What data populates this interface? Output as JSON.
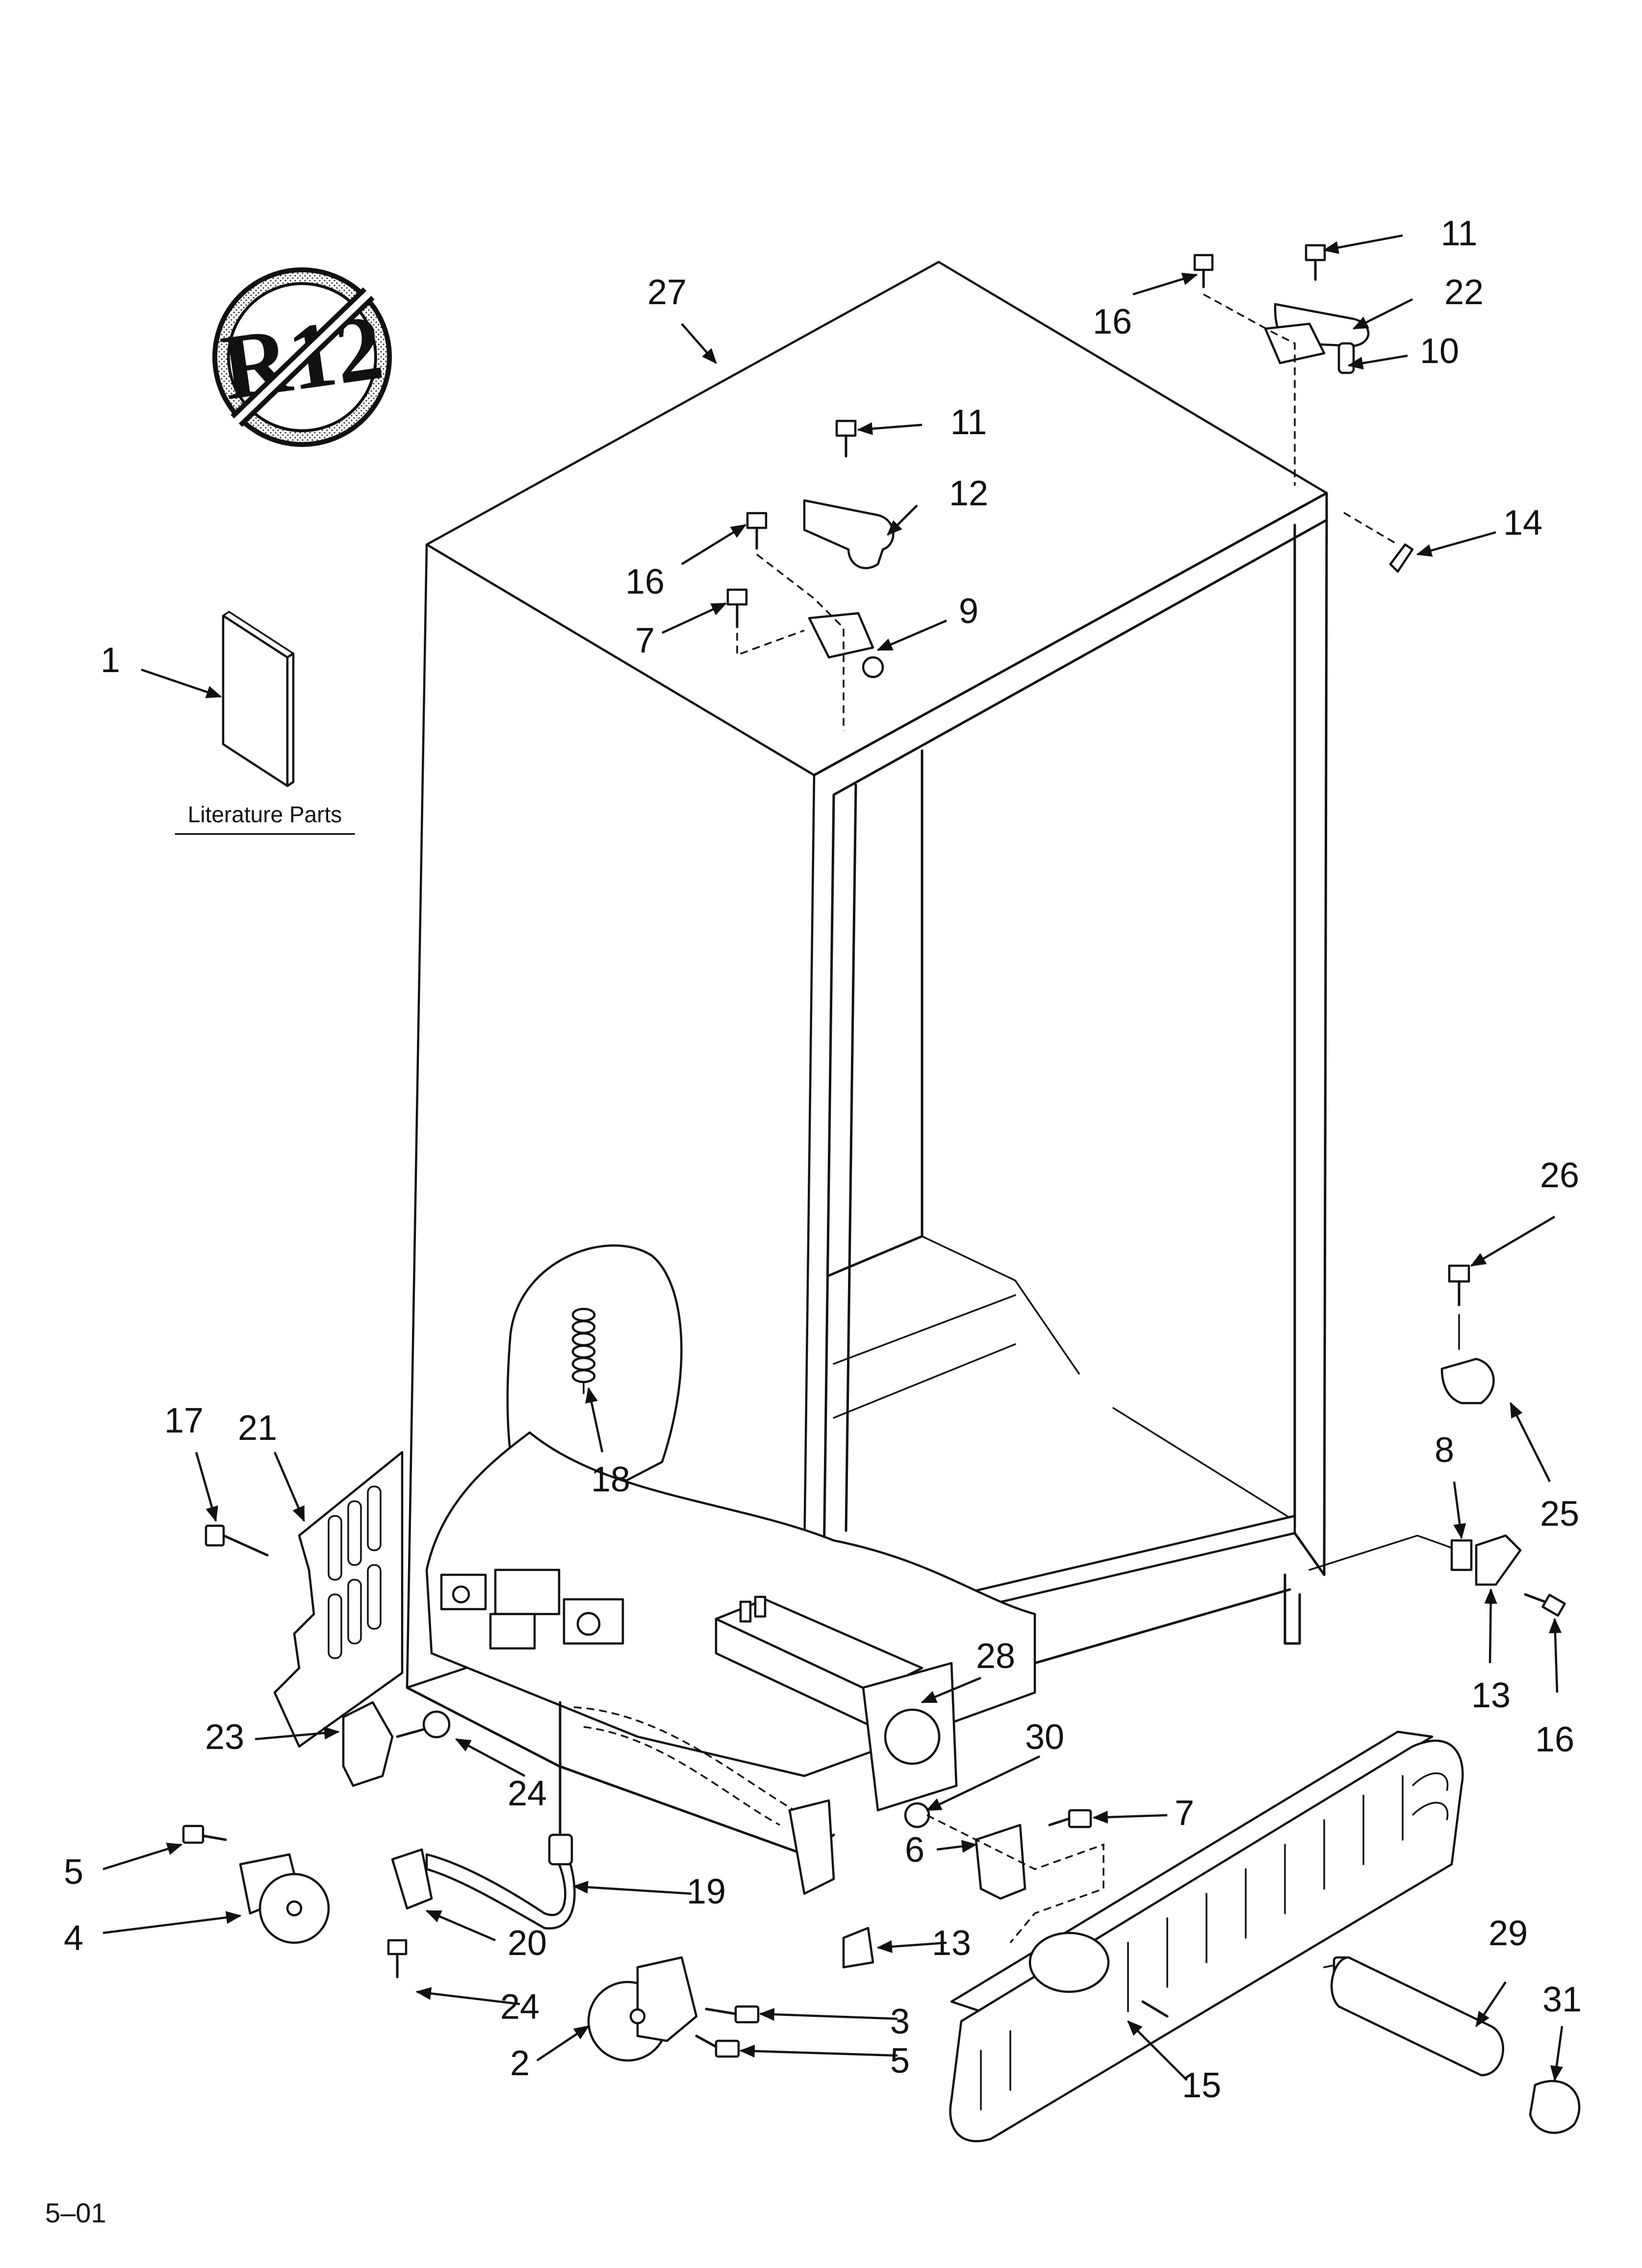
{
  "diagram": {
    "no_r12_logo": "R12",
    "literature_label": "Literature Parts",
    "page_code": "5–01",
    "callouts": {
      "c1": "1",
      "c2": "2",
      "c3": "3",
      "c4": "4",
      "c5a": "5",
      "c5b": "5",
      "c6": "6",
      "c7a": "7",
      "c7b": "7",
      "c8": "8",
      "c9": "9",
      "c10": "10",
      "c11a": "11",
      "c11b": "11",
      "c12": "12",
      "c13a": "13",
      "c13b": "13",
      "c14": "14",
      "c15": "15",
      "c16a": "16",
      "c16b": "16",
      "c16c": "16",
      "c17": "17",
      "c18": "18",
      "c19": "19",
      "c20": "20",
      "c21": "21",
      "c22": "22",
      "c23": "23",
      "c24a": "24",
      "c24b": "24",
      "c25": "25",
      "c26": "26",
      "c27": "27",
      "c28": "28",
      "c29": "29",
      "c30": "30",
      "c31": "31"
    }
  }
}
